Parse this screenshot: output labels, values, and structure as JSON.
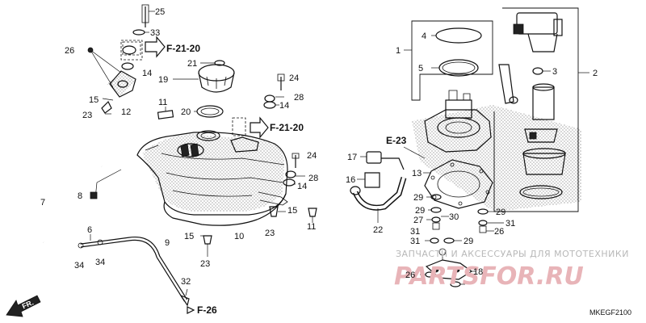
{
  "diagram_code": "MKEGF2100",
  "front_marker": "FR.",
  "watermark": {
    "line1": "ЗАПЧАСТИ И АКСЕССУАРЫ ДЛЯ МОТОТЕХНИКИ",
    "line2": "PARTSFOR.RU"
  },
  "callouts": [
    {
      "id": "25",
      "text": "25"
    },
    {
      "id": "33",
      "text": "33"
    },
    {
      "id": "26a",
      "text": "26"
    },
    {
      "id": "14a",
      "text": "14"
    },
    {
      "id": "15a",
      "text": "15"
    },
    {
      "id": "12",
      "text": "12"
    },
    {
      "id": "23a",
      "text": "23"
    },
    {
      "id": "21",
      "text": "21"
    },
    {
      "id": "19",
      "text": "19"
    },
    {
      "id": "11a",
      "text": "11"
    },
    {
      "id": "20",
      "text": "20"
    },
    {
      "id": "24a",
      "text": "24"
    },
    {
      "id": "28a",
      "text": "28"
    },
    {
      "id": "14b",
      "text": "14"
    },
    {
      "id": "7",
      "text": "7"
    },
    {
      "id": "8",
      "text": "8"
    },
    {
      "id": "24b",
      "text": "24"
    },
    {
      "id": "28b",
      "text": "28"
    },
    {
      "id": "14c",
      "text": "14"
    },
    {
      "id": "15b",
      "text": "15"
    },
    {
      "id": "23b",
      "text": "23"
    },
    {
      "id": "11b",
      "text": "11"
    },
    {
      "id": "6",
      "text": "6"
    },
    {
      "id": "9",
      "text": "9"
    },
    {
      "id": "34a",
      "text": "34"
    },
    {
      "id": "34b",
      "text": "34"
    },
    {
      "id": "15c",
      "text": "15"
    },
    {
      "id": "10",
      "text": "10"
    },
    {
      "id": "23c",
      "text": "23"
    },
    {
      "id": "32",
      "text": "32"
    },
    {
      "id": "1",
      "text": "1"
    },
    {
      "id": "4",
      "text": "4"
    },
    {
      "id": "5",
      "text": "5"
    },
    {
      "id": "2",
      "text": "2"
    },
    {
      "id": "3",
      "text": "3"
    },
    {
      "id": "17",
      "text": "17"
    },
    {
      "id": "16",
      "text": "16"
    },
    {
      "id": "13",
      "text": "13"
    },
    {
      "id": "22",
      "text": "22"
    },
    {
      "id": "29a",
      "text": "29"
    },
    {
      "id": "29b",
      "text": "29"
    },
    {
      "id": "30",
      "text": "30"
    },
    {
      "id": "27",
      "text": "27"
    },
    {
      "id": "31a",
      "text": "31"
    },
    {
      "id": "29c",
      "text": "29"
    },
    {
      "id": "31b",
      "text": "31"
    },
    {
      "id": "26b",
      "text": "26"
    },
    {
      "id": "31c",
      "text": "31"
    },
    {
      "id": "29d",
      "text": "29"
    },
    {
      "id": "18",
      "text": "18"
    },
    {
      "id": "26c",
      "text": "26"
    }
  ],
  "references": [
    {
      "id": "f21-top",
      "text": "F-21-20"
    },
    {
      "id": "f21-mid",
      "text": "F-21-20"
    },
    {
      "id": "e23",
      "text": "E-23"
    },
    {
      "id": "f26",
      "text": "F-26"
    }
  ]
}
